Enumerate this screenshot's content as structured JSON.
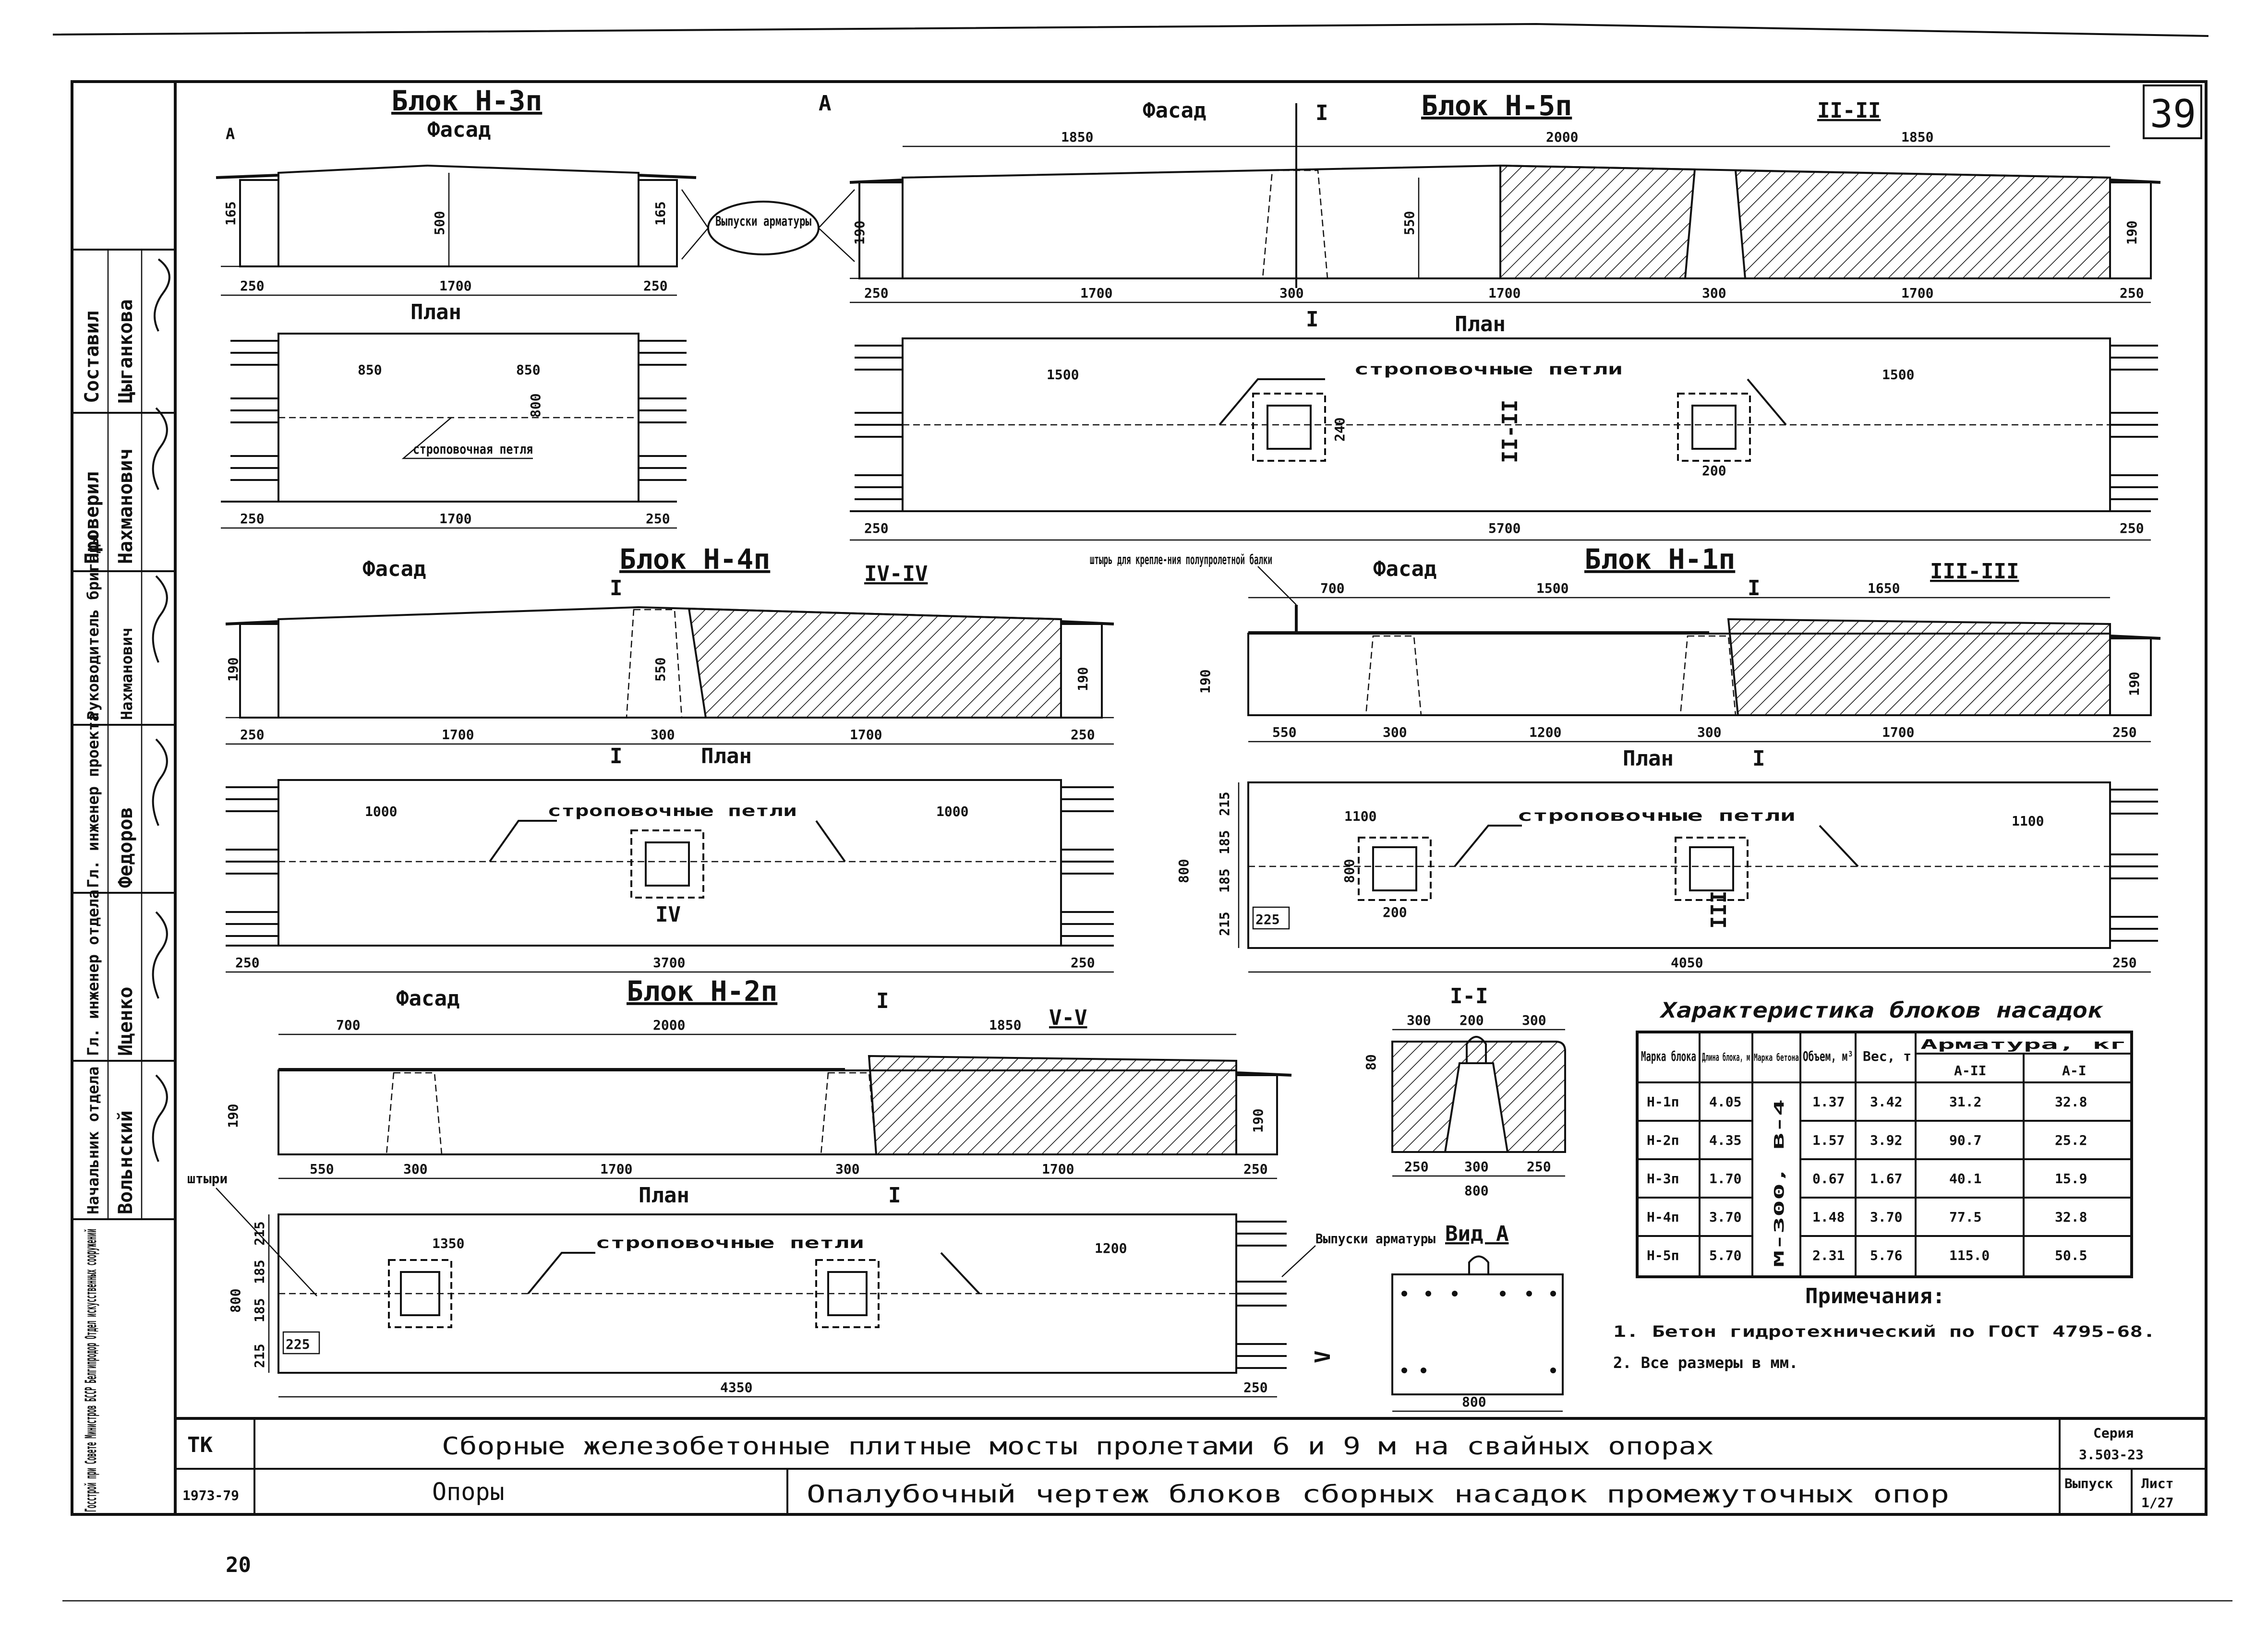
{
  "sheet_number": "39",
  "blocks": {
    "n3p": {
      "title": "Блок Н-3п",
      "facade": "Фасад",
      "plan": "План",
      "dims": {
        "h_left": "165",
        "h_mid": "500",
        "h_right": "165",
        "edge_left": "250",
        "length": "1700",
        "edge_right": "250",
        "plan_a": "850",
        "plan_b": "850",
        "plan_h": "800",
        "plan_edge_left": "250",
        "plan_length": "1700",
        "plan_edge_right": "250"
      },
      "loop_label": "строповочная петля",
      "section_mark": "А",
      "release_label": "Выпуски арматуры"
    },
    "n5p": {
      "title": "Блок Н-5п",
      "facade": "Фасад",
      "plan": "План",
      "section_II": "II-II",
      "section_I": "I",
      "section_A": "А",
      "dims": {
        "top_left": "1850",
        "top_mid": "2000",
        "top_right": "1850",
        "h_left": "190",
        "h_mid": "550",
        "h_right": "190",
        "edge_left": "250",
        "l1": "1700",
        "w1": "300",
        "l2": "1700",
        "w2": "300",
        "l3": "1700",
        "edge_right": "250",
        "plan_left": "1500",
        "plan_right": "1500",
        "plan_sq": "240",
        "plan_sq2": "200",
        "plan_total": "5700",
        "plan_edge_left": "250",
        "plan_edge_right": "250"
      },
      "loop_label": "строповочные петли"
    },
    "n4p": {
      "title": "Блок Н-4п",
      "facade": "Фасад",
      "plan": "План",
      "section_IV": "IV-IV",
      "section_I": "I",
      "dims": {
        "h_left": "190",
        "h_mid": "550",
        "h_right": "190",
        "edge_left": "250",
        "l1": "1700",
        "w1": "300",
        "l2": "1700",
        "edge_right": "250",
        "plan_left": "1000",
        "plan_right": "1000",
        "plan_total": "3700",
        "plan_edge_left": "250",
        "plan_edge_right": "250"
      },
      "loop_label": "строповочные петли",
      "section_mark": "IV"
    },
    "n1p": {
      "title": "Блок Н-1п",
      "facade": "Фасад",
      "plan": "План",
      "section_III": "III-III",
      "section_I": "I",
      "pin_label": "штырь для крепле-ния полупролетной балки",
      "dims": {
        "top_left": "700",
        "top_mid": "1500",
        "top_right": "1650",
        "h_left": "190",
        "h_right": "190",
        "edge_left": "550",
        "w1": "300",
        "l1": "1200",
        "w2": "300",
        "l2": "1700",
        "edge_right": "250",
        "plan_left": "1100",
        "plan_right": "1100",
        "p215a": "215",
        "p185a": "185",
        "p185b": "185",
        "p215b": "215",
        "p800": "800",
        "p200": "200",
        "p225": "225",
        "plan_total": "4050",
        "plan_edge_right": "250"
      },
      "loop_label": "строповочные петли",
      "section_mark": "III"
    },
    "n2p": {
      "title": "Блок Н-2п",
      "facade": "Фасад",
      "plan": "План",
      "section_V": "V-V",
      "section_I": "I",
      "dims": {
        "top_left": "700",
        "top_mid": "2000",
        "top_right": "1850",
        "h_left": "190",
        "h_right": "190",
        "edge_left": "550",
        "w1": "300",
        "l1": "1700",
        "w2": "300",
        "l2": "1700",
        "edge_right": "250",
        "plan_left": "1350",
        "plan_right": "1200",
        "p215a": "215",
        "p185a": "185",
        "p185b": "185",
        "p215b": "215",
        "p800": "800",
        "p225": "225",
        "plan_total": "4350",
        "plan_edge_right": "250"
      },
      "loop_label": "строповочные петли",
      "pin_label": "штыри",
      "section_mark": "V"
    }
  },
  "section_I_I": {
    "title": "I-I",
    "dims": {
      "t300a": "300",
      "t200": "200",
      "t300b": "300",
      "h80": "80",
      "b250a": "250",
      "b300": "300",
      "b250b": "250",
      "total": "800"
    }
  },
  "view_A": {
    "title": "Вид А",
    "release_label": "Выпуски арматуры",
    "width": "800"
  },
  "table": {
    "title": "Характеристика блоков насадок",
    "headers": [
      "Марка блока",
      "Длина блока, м",
      "Марка бетона",
      "Объем, м³",
      "Вес, т",
      "Арматура, кг"
    ],
    "sub_headers": [
      "A-II",
      "A-I"
    ],
    "concrete_grade": "М-300, В-4",
    "rows": [
      {
        "mark": "Н-1п",
        "length": "4.05",
        "volume": "1.37",
        "weight": "3.42",
        "a2": "31.2",
        "a1": "32.8"
      },
      {
        "mark": "Н-2п",
        "length": "4.35",
        "volume": "1.57",
        "weight": "3.92",
        "a2": "90.7",
        "a1": "25.2"
      },
      {
        "mark": "Н-3п",
        "length": "1.70",
        "volume": "0.67",
        "weight": "1.67",
        "a2": "40.1",
        "a1": "15.9"
      },
      {
        "mark": "Н-4п",
        "length": "3.70",
        "volume": "1.48",
        "weight": "3.70",
        "a2": "77.5",
        "a1": "32.8"
      },
      {
        "mark": "Н-5п",
        "length": "5.70",
        "volume": "2.31",
        "weight": "5.76",
        "a2": "115.0",
        "a1": "50.5"
      }
    ]
  },
  "notes": {
    "title": "Примечания:",
    "items": [
      "1. Бетон гидротехнический по ГОСТ 4795-68.",
      "2. Все размеры в мм."
    ]
  },
  "title_block": {
    "code": "ТК",
    "main_title": "Сборные железобетонные плитные мосты пролетами 6 и 9 м на свайных опорах",
    "series_label": "Серия",
    "series": "3.503-23",
    "ref": "1973-79",
    "section": "Опоры",
    "sheet_title": "Опалубочный чертеж блоков сборных насадок промежуточных опор",
    "issue_label": "Выпуск",
    "sheet_label": "Лист",
    "sheet_val": "1/27",
    "bottom_number": "20"
  },
  "side_block": {
    "roles": [
      "Составил",
      "Проверил",
      "Руководитель бригады",
      "Гл. инженер проекта",
      "Гл. инженер отдела",
      "Начальник отдела"
    ],
    "names": [
      "Цыганкова",
      "Нахманович",
      "Нахманович",
      "Федоров",
      "Иценко",
      "Вольнский"
    ],
    "org": "Госстрой при Совете Министров БССР Белгипродор Отдел искусственных сооружений"
  }
}
